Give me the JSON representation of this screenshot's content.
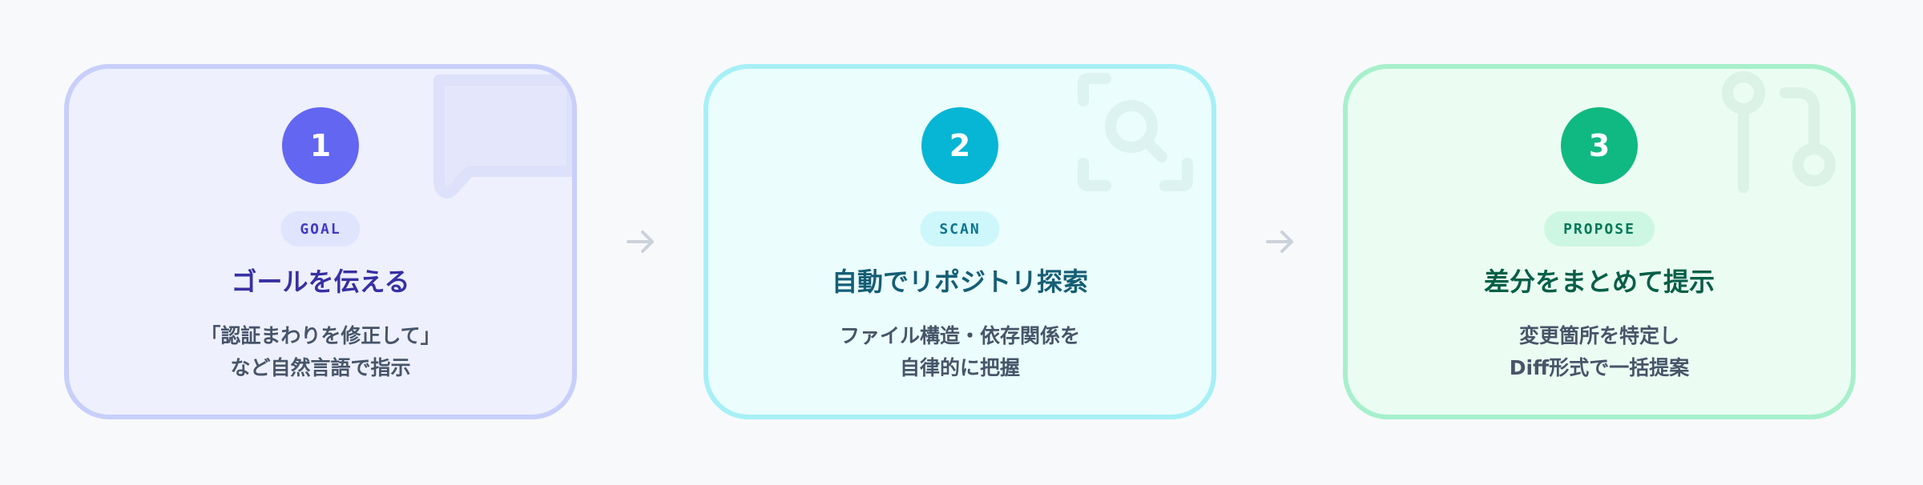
{
  "steps": [
    {
      "number": "1",
      "tag": "GOAL",
      "title": "ゴールを伝える",
      "desc": [
        "「認証まわりを修正して」",
        "など自然言語で指示"
      ],
      "icon": "chat-bubble-icon",
      "accent": "#6366f1"
    },
    {
      "number": "2",
      "tag": "SCAN",
      "title": "自動でリポジトリ探索",
      "desc": [
        "ファイル構造・依存関係を",
        "自律的に把握"
      ],
      "icon": "scan-search-icon",
      "accent": "#06b6d4"
    },
    {
      "number": "3",
      "tag": "PROPOSE",
      "title": "差分をまとめて提示",
      "desc": [
        "変更箇所を特定し",
        "Diff形式で一括提案"
      ],
      "icon": "git-branch-icon",
      "accent": "#10b981"
    }
  ],
  "connectors": [
    "arrow-right-icon",
    "arrow-right-icon"
  ]
}
